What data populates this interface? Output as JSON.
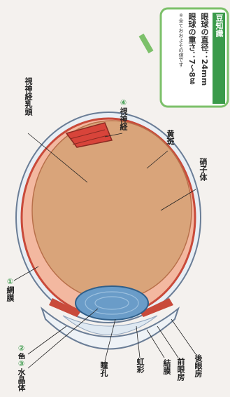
{
  "labels": {
    "retina_num": "①",
    "retina": "網膜",
    "cornea_num": "②",
    "cornea": "角膜",
    "lens_num": "③",
    "lens": "水晶体",
    "optic_nerve_num": "④",
    "optic_nerve": "視神経",
    "optic_disc": "視神経乳頭",
    "macula": "黄斑",
    "vitreous": "硝子体",
    "pupil": "瞳孔",
    "iris": "虹彩",
    "conjunctiva": "結膜",
    "anterior_chamber": "前眼房",
    "posterior_chamber": "後眼房"
  },
  "trivia": {
    "title": "豆知識",
    "line1": "眼球の直径：24mm",
    "line2": "眼球の重さ：7～8ｇ",
    "note": "※全ておおよその値です"
  },
  "colors": {
    "vitreous": "#d9a47a",
    "choroid": "#c94a3a",
    "sclera": "#ffffff",
    "lens": "#6a9cc8",
    "trivia_border": "#7cc06a",
    "accent_green": "#3a9a4a"
  }
}
